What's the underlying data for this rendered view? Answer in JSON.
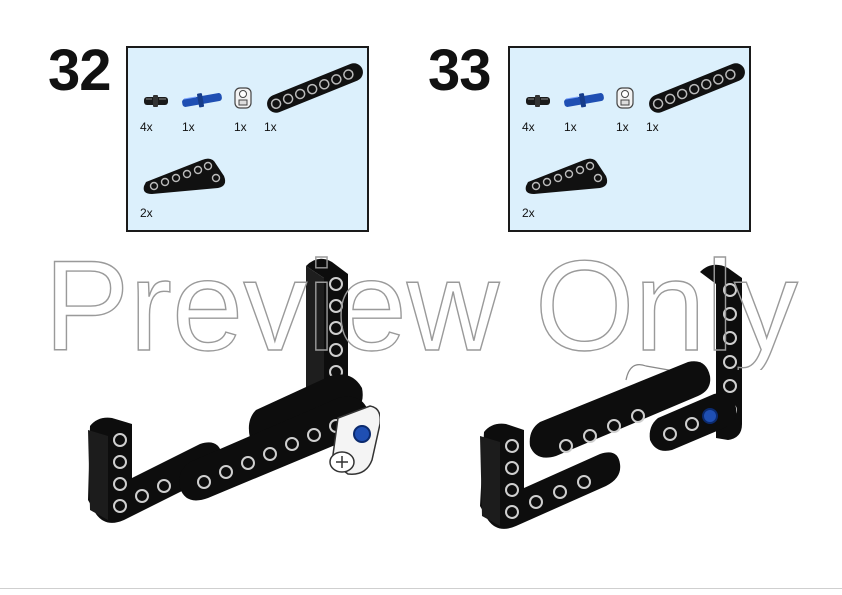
{
  "steps": [
    {
      "number": "32",
      "parts": [
        {
          "icon": "black-friction-pin-icon",
          "qty": "4x"
        },
        {
          "icon": "blue-axle-pin-icon",
          "qty": "1x"
        },
        {
          "icon": "white-connector-icon",
          "qty": "1x"
        },
        {
          "icon": "straight-beam-icon",
          "qty": "1x"
        },
        {
          "icon": "l-shaped-beam-icon",
          "qty": "2x"
        }
      ]
    },
    {
      "number": "33",
      "parts": [
        {
          "icon": "black-friction-pin-icon",
          "qty": "4x"
        },
        {
          "icon": "blue-axle-pin-icon",
          "qty": "1x"
        },
        {
          "icon": "white-connector-icon",
          "qty": "1x"
        },
        {
          "icon": "straight-beam-icon",
          "qty": "1x"
        },
        {
          "icon": "l-shaped-beam-icon",
          "qty": "2x"
        }
      ]
    }
  ],
  "watermark": "Preview Only",
  "colors": {
    "box_fill": "#dcf0fc",
    "beam": "#111111",
    "pin_blue": "#1f4fb3",
    "watermark_stroke": "#9a9a9a"
  }
}
